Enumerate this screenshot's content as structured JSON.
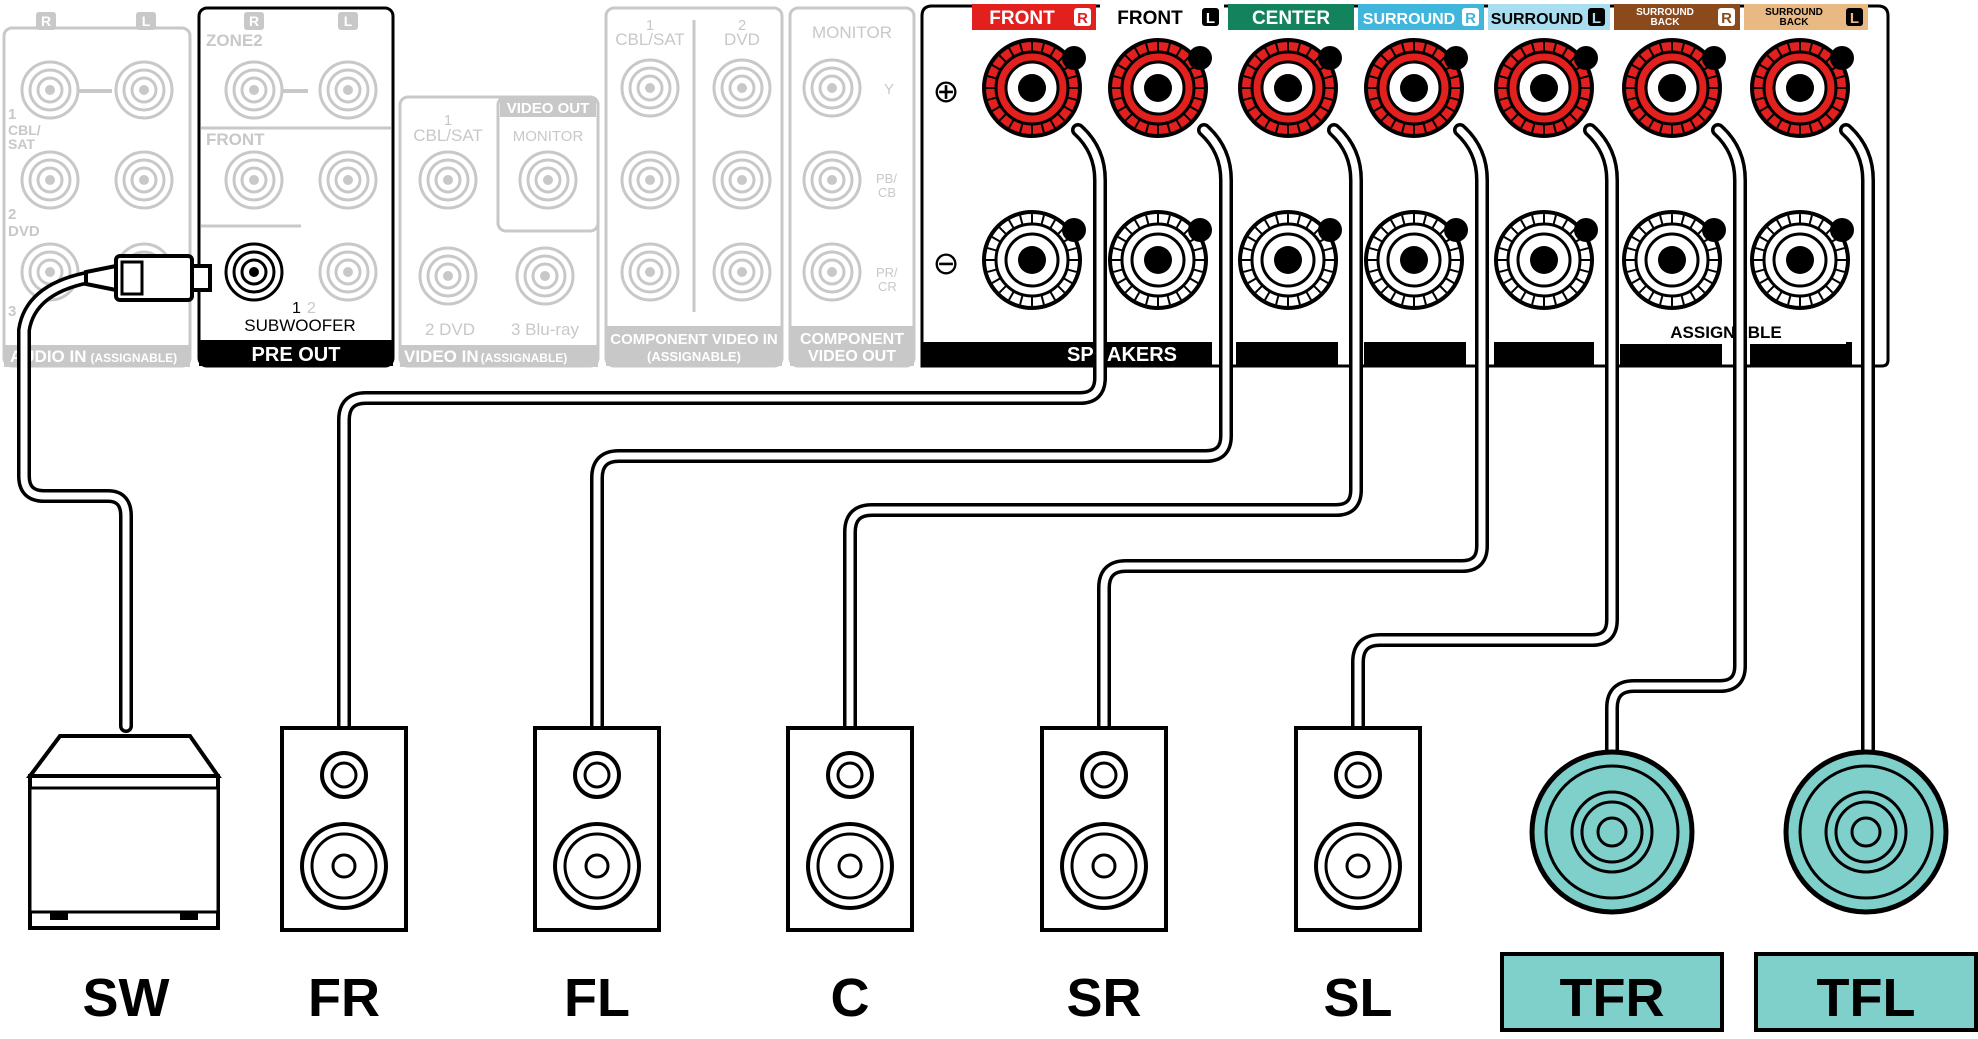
{
  "panel": {
    "audio_in": {
      "r": "R",
      "l": "L",
      "in1_a": "1",
      "in1_b": "CBL/",
      "in1_c": "SAT",
      "in2_a": "2",
      "in2_b": "DVD",
      "in3_a": "3",
      "label": "AUDIO IN",
      "label_sub": "(ASSIGNABLE)"
    },
    "pre_out": {
      "r": "R",
      "l": "L",
      "zone2": "ZONE2",
      "front": "FRONT",
      "sub_1": "1",
      "sub_2": "2",
      "subwoofer": "SUBWOOFER",
      "label": "PRE OUT"
    },
    "video_in": {
      "in1_num": "1",
      "in1_name": "CBL/SAT",
      "in2": "2 DVD",
      "in3": "3 Blu-ray",
      "video_out_tag": "VIDEO OUT",
      "monitor": "MONITOR",
      "label": "VIDEO IN",
      "label_sub": "(ASSIGNABLE)"
    },
    "component_in": {
      "in1_num": "1",
      "in1_name": "CBL/SAT",
      "in2_num": "2",
      "in2_name": "DVD",
      "label1": "COMPONENT VIDEO IN",
      "label2": "(ASSIGNABLE)"
    },
    "component_out": {
      "monitor": "MONITOR",
      "y": "Y",
      "pb_a": "PB/",
      "pb_b": "CB",
      "pr_a": "PR/",
      "pr_b": "CR",
      "label1": "COMPONENT",
      "label2": "VIDEO OUT"
    },
    "speakers": {
      "plus": "⊕",
      "minus": "⊖",
      "label": "SPEAKERS",
      "assignable": "ASSIGNABLE",
      "terminals": [
        {
          "name": "FRONT",
          "side": "R",
          "bg": "#e2201e",
          "fg": "#ffffff"
        },
        {
          "name": "FRONT",
          "side": "L",
          "bg": "#ffffff",
          "fg": "#000000"
        },
        {
          "name": "CENTER",
          "side": "",
          "bg": "#12835c",
          "fg": "#ffffff"
        },
        {
          "name": "SURROUND",
          "side": "R",
          "bg": "#40b6dc",
          "fg": "#ffffff"
        },
        {
          "name": "SURROUND",
          "side": "L",
          "bg": "#a9def0",
          "fg": "#000000"
        },
        {
          "name": "SURROUND BACK",
          "side": "R",
          "bg": "#8b4a1c",
          "fg": "#ffffff"
        },
        {
          "name": "SURROUND BACK",
          "side": "L",
          "bg": "#e8b982",
          "fg": "#000000"
        }
      ]
    }
  },
  "speakers": [
    {
      "label": "SW",
      "kind": "subwoofer"
    },
    {
      "label": "FR",
      "kind": "floor"
    },
    {
      "label": "FL",
      "kind": "floor"
    },
    {
      "label": "C",
      "kind": "floor"
    },
    {
      "label": "SR",
      "kind": "floor"
    },
    {
      "label": "SL",
      "kind": "floor"
    },
    {
      "label": "TFR",
      "kind": "ceiling",
      "highlight": "#7fcfcb"
    },
    {
      "label": "TFL",
      "kind": "ceiling",
      "highlight": "#7fcfcb"
    }
  ],
  "colors": {
    "plus_terminal": "#e2201e",
    "panel_gray": "#c8c8c8",
    "ceiling_speaker": "#7fcfcb"
  }
}
